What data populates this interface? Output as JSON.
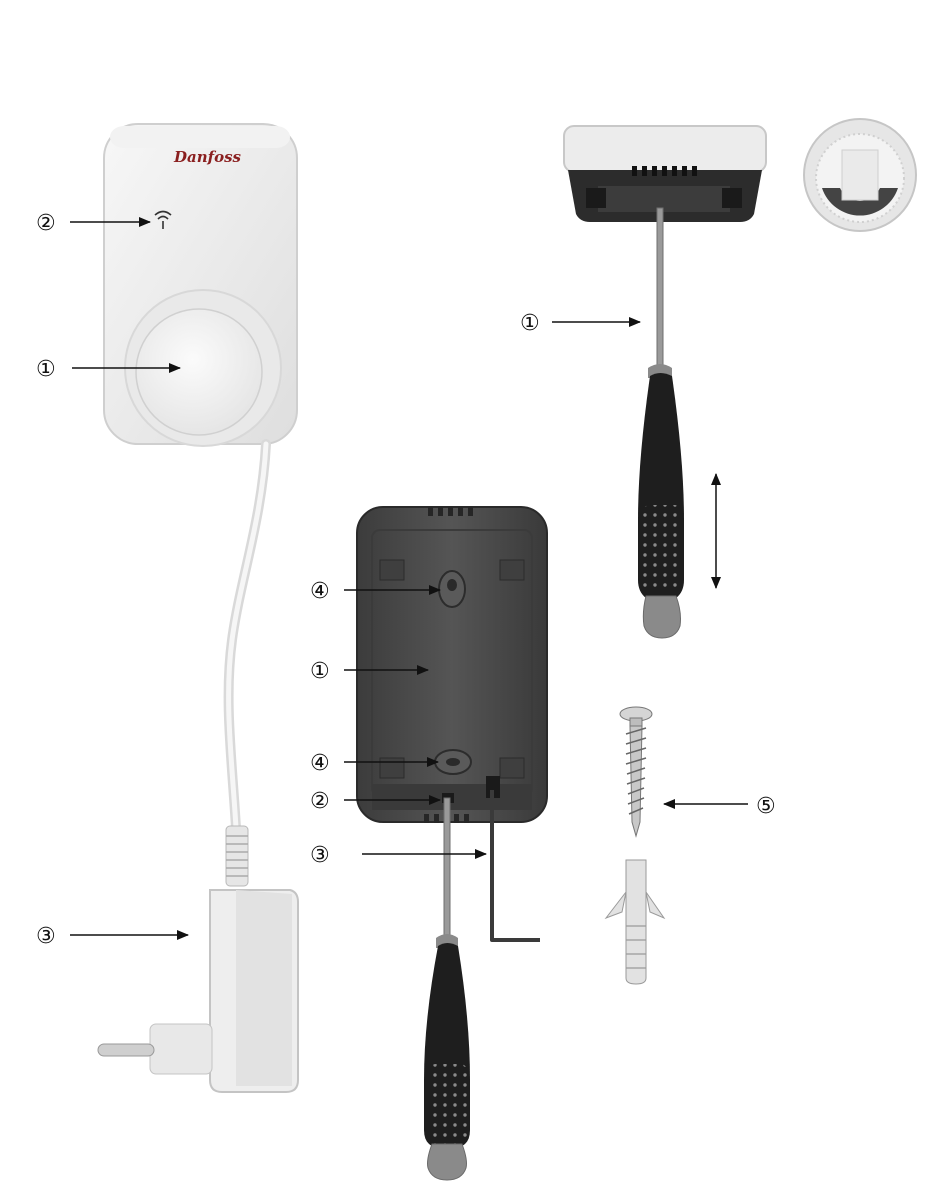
{
  "brand": {
    "logo_text": "Danfoss",
    "logo_color": "#8a1f1f"
  },
  "colors": {
    "device_white": "#ededed",
    "device_shadow": "#cfcfcf",
    "backplate": "#4a4a4a",
    "backplate_dark": "#2f2f2f",
    "handle_dark": "#1e1e1e",
    "handle_grey": "#8a8a8a",
    "metal": "#9a9a9a",
    "arrow": "#111111"
  },
  "callouts": {
    "receiver": {
      "button": "①",
      "wifi_led": "②",
      "power_adapter": "③"
    },
    "backplate": {
      "top_hole": "④",
      "plate": "①",
      "bottom_hole": "④",
      "screw_slot": "②",
      "allen_key": "③"
    },
    "thermostat": {
      "screwdriver": "①"
    },
    "fixings": {
      "screw": "⑤"
    }
  }
}
